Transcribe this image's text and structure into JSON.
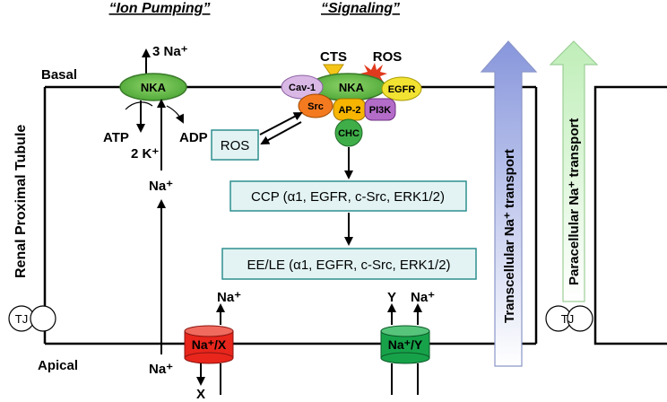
{
  "headers": {
    "ion_pumping": "“Ion Pumping”",
    "signaling": "“Signaling”"
  },
  "side_labels": {
    "basal": "Basal",
    "apical": "Apical",
    "tubule": "Renal Proximal Tubule"
  },
  "ion_pumping": {
    "nka": "NKA",
    "na_out": "3 Na⁺",
    "atp": "ATP",
    "adp": "ADP",
    "k_in": "2 K⁺",
    "na_mid": "Na⁺",
    "na_apical": "Na⁺"
  },
  "signaling": {
    "cts": "CTS",
    "ros_top": "ROS",
    "cav1": "Cav-1",
    "nka": "NKA",
    "egfr": "EGFR",
    "src": "Src",
    "ap2": "AP-2",
    "pi3k": "PI3K",
    "chc": "CHC",
    "ros_box": "ROS",
    "ccp_box": "CCP (α1, EGFR, c-Src, ERK1/2)",
    "ee_box": "EE/LE (α1, EGFR, c-Src, ERK1/2)"
  },
  "transporters": {
    "na_x": "Na⁺/X",
    "na_x_up": "Na⁺",
    "x_out": "X",
    "na_y": "Na⁺/Y",
    "y_out": "Y",
    "na_y_up": "Na⁺"
  },
  "transport_arrows": {
    "transcellular": "Transcellular  Na⁺ transport",
    "paracellular": "Paracellular  Na⁺ transport"
  },
  "tj": {
    "left": "TJ",
    "right": "TJ"
  },
  "colors": {
    "nka_green": "#6abf45",
    "cts_yellow": "#f5c518",
    "ros_red": "#e03a1e",
    "cav1": "#d9b8e6",
    "egfr": "#f2e232",
    "src": "#f47a20",
    "ap2": "#f7b500",
    "pi3k": "#b46cc9",
    "chc": "#3fae49",
    "box_fill": "#e3f3f3",
    "box_stroke": "#2f8f8f",
    "na_x_fill": "#e8261c",
    "na_y_fill": "#17a24a",
    "transcellular_top": "#9aa8e0",
    "transcellular_bottom": "#ffffff",
    "paracellular_top": "#c9f0c4",
    "paracellular_bottom": "#ffffff"
  }
}
